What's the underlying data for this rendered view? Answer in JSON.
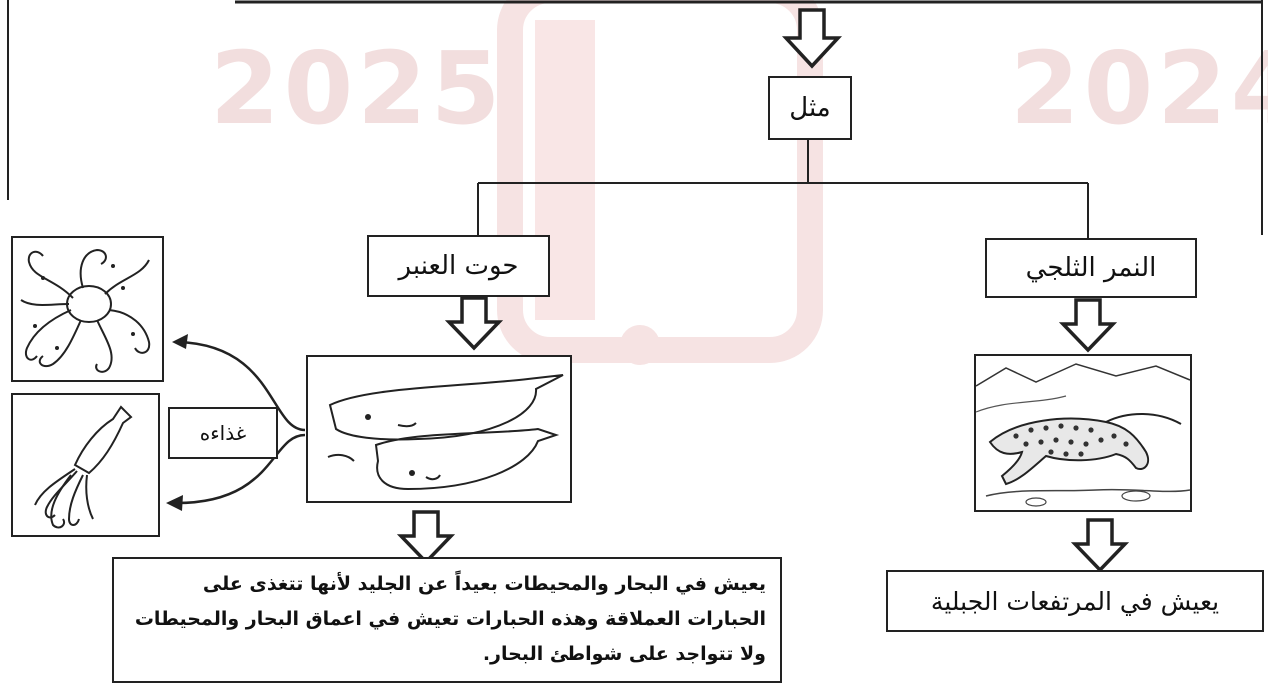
{
  "watermark": {
    "year_left": "2025",
    "year_right": "2024"
  },
  "nodes": {
    "example": "مثل",
    "whale": "حوت العنبر",
    "leopard": "النمر الثلجي",
    "food": "غذاءه"
  },
  "descriptions": {
    "whale": "يعيش في البحار والمحيطات بعيداً عن الجليد لأنها تتغذى على الحبارات العملاقة وهذه الحبارات تعيش في اعماق البحار والمحيطات ولا تتواجد على شواطئ البحار.",
    "leopard": "يعيش في المرتفعات الجبلية"
  },
  "images": {
    "whale": "sperm-whale-illustration",
    "leopard": "snow-leopard-illustration",
    "octopus": "giant-octopus-illustration",
    "squid": "giant-squid-illustration"
  }
}
